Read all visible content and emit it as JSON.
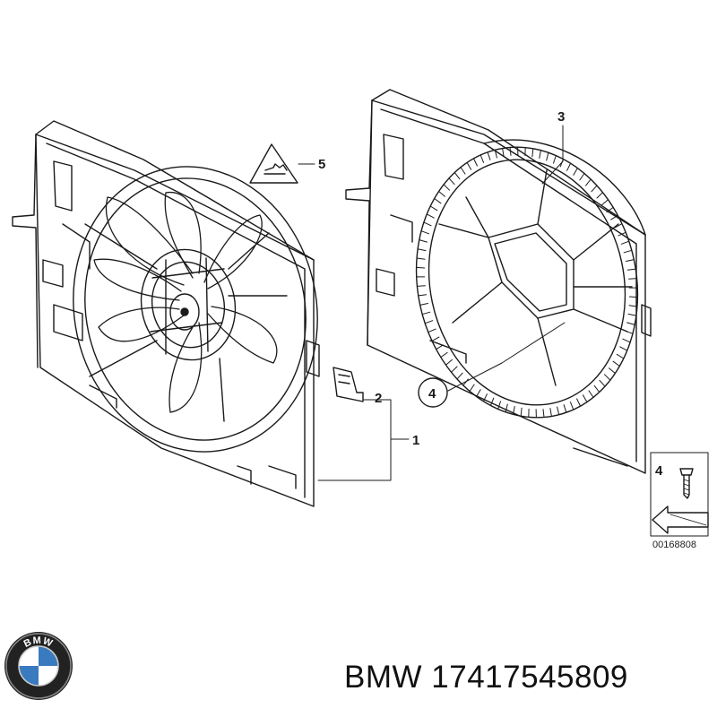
{
  "callouts": {
    "c1": "1",
    "c2": "2",
    "c3": "3",
    "c4": "4",
    "c5": "5",
    "inset_num": "4"
  },
  "diagram_ref": "00168808",
  "logo_text": "BMW",
  "caption": {
    "brand": "BMW",
    "part_number": "17417545809"
  }
}
